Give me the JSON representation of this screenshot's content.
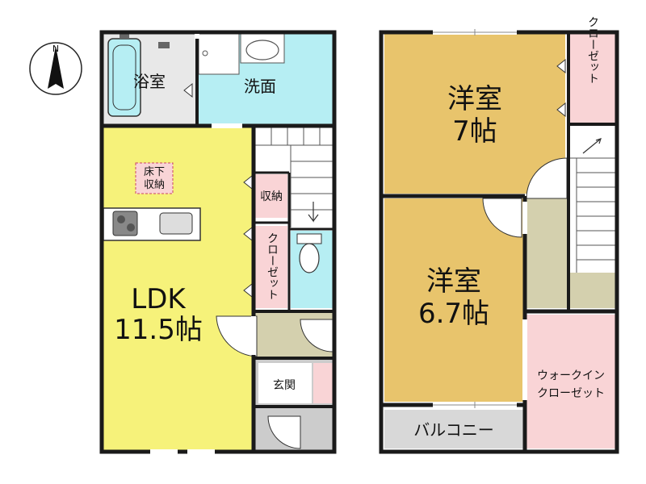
{
  "compass": {
    "north_label": "N"
  },
  "floor1": {
    "bath": "浴室",
    "washroom": "洗面",
    "ldk_line1": "LDK",
    "ldk_line2": "11.5帖",
    "underfloor_line1": "床下",
    "underfloor_line2": "収納",
    "storage": "収納",
    "closet": "クローゼット",
    "entrance": "玄関"
  },
  "floor2": {
    "room1_name": "洋室",
    "room1_size": "7帖",
    "room2_name": "洋室",
    "room2_size": "6.7帖",
    "closet": "クローゼット",
    "wic_line1": "ウォークイン",
    "wic_line2": "クローゼット",
    "balcony": "バルコニー"
  },
  "colors": {
    "wall": "#1a1a1a",
    "ldk": "#f6f27a",
    "water": "#b6eef3",
    "bath_floor": "#e8e8e8",
    "storage": "#f9d4d6",
    "western_room": "#e8c46c",
    "hall": "#d4d0ae",
    "entrance": "#cccccc",
    "balcony": "#d8d8d8"
  }
}
